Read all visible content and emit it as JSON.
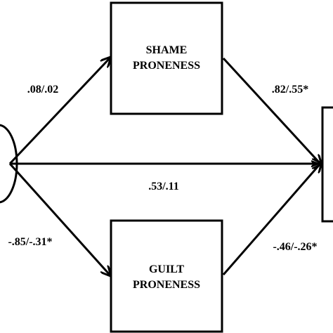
{
  "nodes": {
    "shame": {
      "line1": "SHAME",
      "line2": "PRONENESS"
    },
    "guilt": {
      "line1": "GUILT",
      "line2": "PRONENESS"
    }
  },
  "paths": {
    "predictor_to_shame": ".08/.02",
    "shame_to_outcome": ".82/.55*",
    "direct": ".53/.11",
    "predictor_to_guilt": "-.85/-.31*",
    "guilt_to_outcome": "-.46/-.26*"
  },
  "colors": {
    "stroke": "#000000",
    "background": "#ffffff"
  }
}
